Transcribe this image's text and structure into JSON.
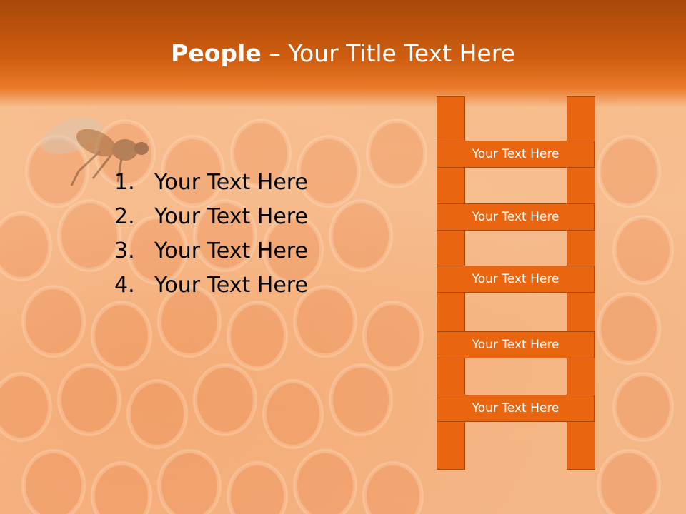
{
  "slide": {
    "title_bold": "People",
    "title_rest": " – Your Title Text Here"
  },
  "list": {
    "items": [
      {
        "num": "1.",
        "text": "Your Text Here"
      },
      {
        "num": "2.",
        "text": "Your Text Here"
      },
      {
        "num": "3.",
        "text": "Your Text Here"
      },
      {
        "num": "4.",
        "text": "Your Text Here"
      }
    ]
  },
  "ladder": {
    "rungs": [
      "Your Text Here",
      "Your Text Here",
      "Your Text Here",
      "Your Text Here",
      "Your Text Here"
    ]
  },
  "colors": {
    "accent": "#e9650f",
    "title_bar": "#c8560e",
    "background": "#f7be90"
  }
}
